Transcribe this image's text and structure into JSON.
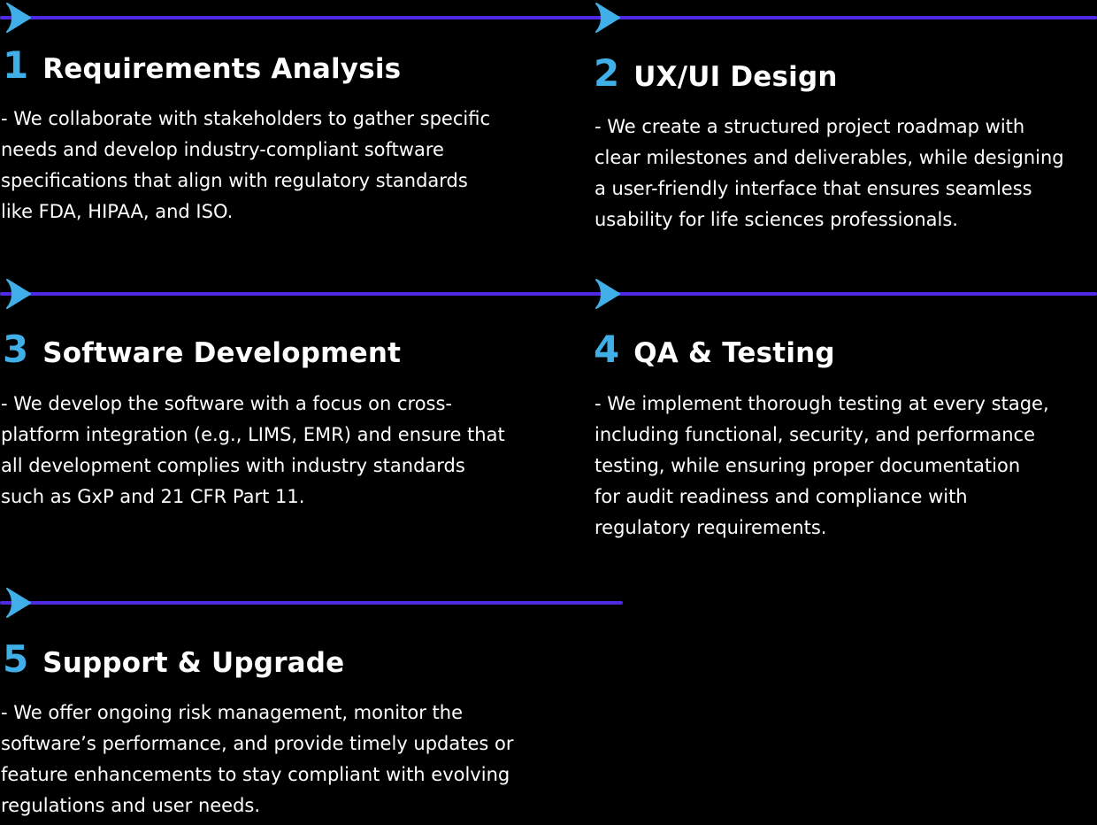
{
  "colors": {
    "background": "#000000",
    "accent_blue": "#40AFE8",
    "line_purple": "#4E2AE3",
    "text_white": "#FFFFFF"
  },
  "steps": [
    {
      "number": "1",
      "title": "Requirements Analysis",
      "description": "- We collaborate with stakeholders to gather specific\nneeds and develop industry-compliant software\nspecifications that align with regulatory standards\nlike FDA, HIPAA, and ISO."
    },
    {
      "number": "2",
      "title": "UX/UI Design",
      "description": "- We create a structured project roadmap with\nclear milestones and deliverables, while designing\na user-friendly interface that ensures seamless\nusability for life sciences professionals."
    },
    {
      "number": "3",
      "title": "Software Development",
      "description": "- We develop the software with a focus on cross-\nplatform integration (e.g., LIMS, EMR) and ensure that\nall development complies with industry standards\nsuch as GxP and 21 CFR Part 11."
    },
    {
      "number": "4",
      "title": "QA & Testing",
      "description": "- We implement thorough testing at every stage,\nincluding functional, security, and performance\ntesting, while ensuring proper documentation\nfor audit readiness and compliance with\nregulatory requirements."
    },
    {
      "number": "5",
      "title": "Support & Upgrade",
      "description": "- We offer ongoing risk management, monitor the\nsoftware’s performance, and provide timely updates or\nfeature enhancements to stay compliant with evolving\nregulations and user needs."
    }
  ]
}
